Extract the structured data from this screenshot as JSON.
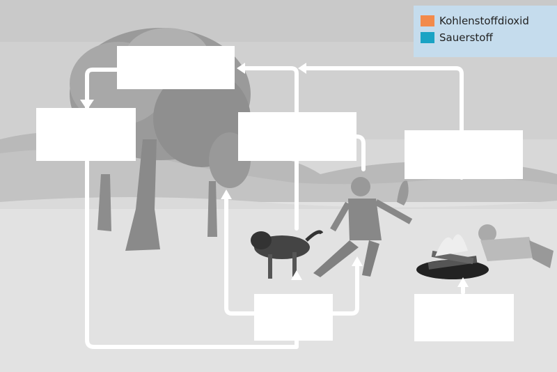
{
  "legend": {
    "items": [
      {
        "label": "Kohlenstoffdioxid",
        "color": "#f28a4b"
      },
      {
        "label": "Sauerstoff",
        "color": "#1aa3c4"
      }
    ]
  },
  "arrows": {
    "color": "#ffffff"
  },
  "boxes": [
    {
      "id": "top-center",
      "text": ""
    },
    {
      "id": "left",
      "text": ""
    },
    {
      "id": "center",
      "text": ""
    },
    {
      "id": "right",
      "text": ""
    },
    {
      "id": "bottom-center",
      "text": ""
    },
    {
      "id": "bottom-right",
      "text": ""
    }
  ]
}
